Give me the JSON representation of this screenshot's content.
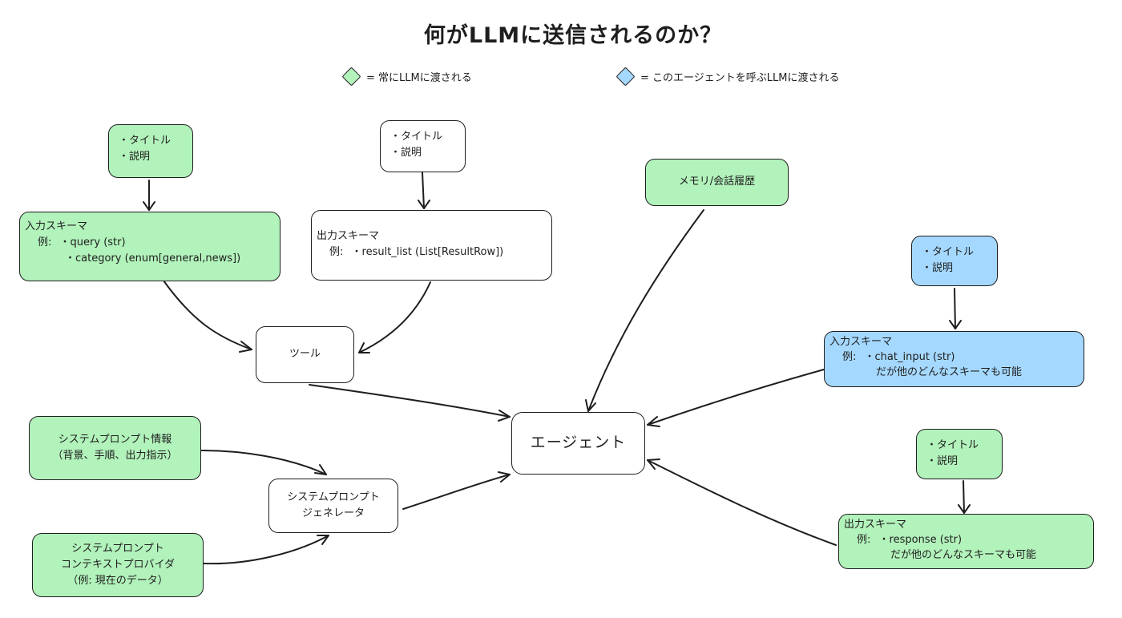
{
  "title": "何がLLMに送信されるのか？",
  "legend": {
    "green_label": "= 常にLLMに渡される",
    "blue_label": "= このエージェントを呼ぶLLMに渡される"
  },
  "colors": {
    "green": "#b2f2bb",
    "blue": "#a5d8ff",
    "white": "#ffffff",
    "stroke": "#1e1e1e"
  },
  "tool_meta": {
    "input_meta": [
      "・タイトル",
      "・説明"
    ],
    "output_meta": [
      "・タイトル",
      "・説明"
    ]
  },
  "tool_input_schema": {
    "heading": "入力スキーマ",
    "example_prefix": "例:",
    "items": [
      "・query (str)",
      "・category (enum[general,news])"
    ]
  },
  "tool_output_schema": {
    "heading": "出力スキーマ",
    "example_prefix": "例:",
    "items": [
      "・result_list (List[ResultRow])"
    ]
  },
  "tool": {
    "label": "ツール"
  },
  "memory": {
    "label": "メモリ/会話履歴"
  },
  "agent": {
    "label": "エージェント"
  },
  "agent_input_meta": [
    "・タイトル",
    "・説明"
  ],
  "agent_input_schema": {
    "heading": "入力スキーマ",
    "example_prefix": "例:",
    "item": "・chat_input (str)",
    "note": "だが他のどんなスキーマも可能"
  },
  "agent_output_meta": [
    "・タイトル",
    "・説明"
  ],
  "agent_output_schema": {
    "heading": "出力スキーマ",
    "example_prefix": "例:",
    "item": "・response (str)",
    "note": "だが他のどんなスキーマも可能"
  },
  "system_prompt_info": {
    "lines": [
      "システムプロンプト情報",
      "（背景、手順、出力指示）"
    ]
  },
  "system_prompt_context": {
    "lines": [
      "システムプロンプト",
      "コンテキストプロバイダ",
      "（例: 現在のデータ）"
    ]
  },
  "system_prompt_generator": {
    "lines": [
      "システムプロンプト",
      "ジェネレータ"
    ]
  }
}
